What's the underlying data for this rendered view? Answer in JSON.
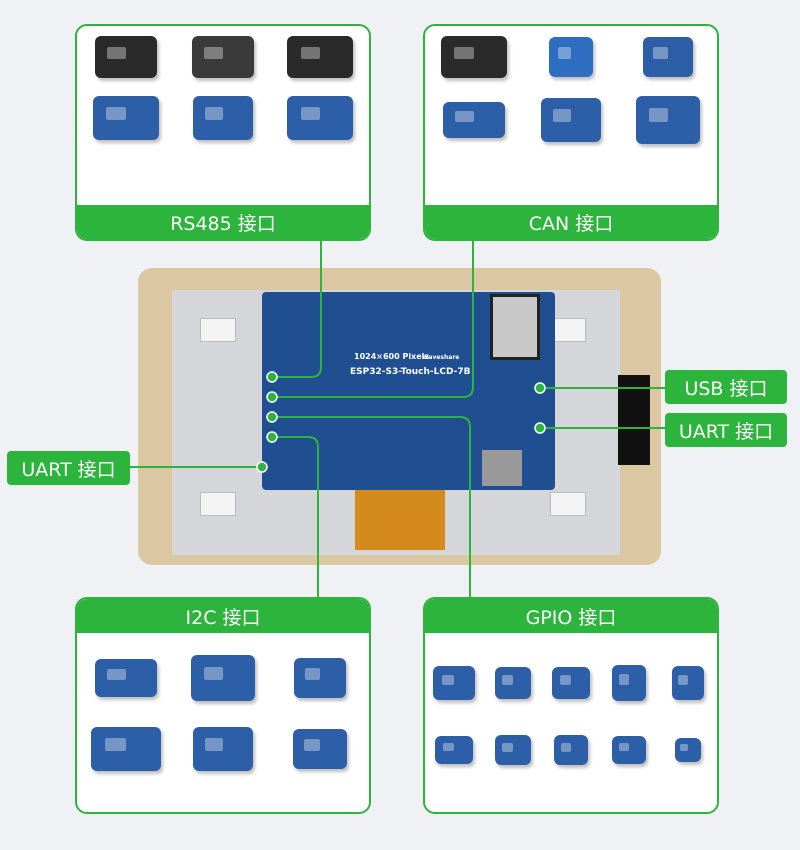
{
  "rs485": {
    "label": "RS485 接口",
    "products": 6
  },
  "can": {
    "label": "CAN 接口",
    "products": 6
  },
  "i2c": {
    "label": "I2C 接口",
    "products": 6
  },
  "gpio": {
    "label": "GPIO 接口",
    "products": 10
  },
  "usb": {
    "label": "USB 接口"
  },
  "uart_right": {
    "label": "UART 接口"
  },
  "uart_left": {
    "label": "UART 接口"
  },
  "board": {
    "resolution": "1024×600 Pixels",
    "model": "ESP32-S3-Touch-LCD-7B",
    "brand": "Waveshare"
  },
  "colors": {
    "accent": "#2db43c",
    "board": "#1f4f90",
    "frame": "#dcc7a3",
    "background": "#f0f1f5"
  }
}
